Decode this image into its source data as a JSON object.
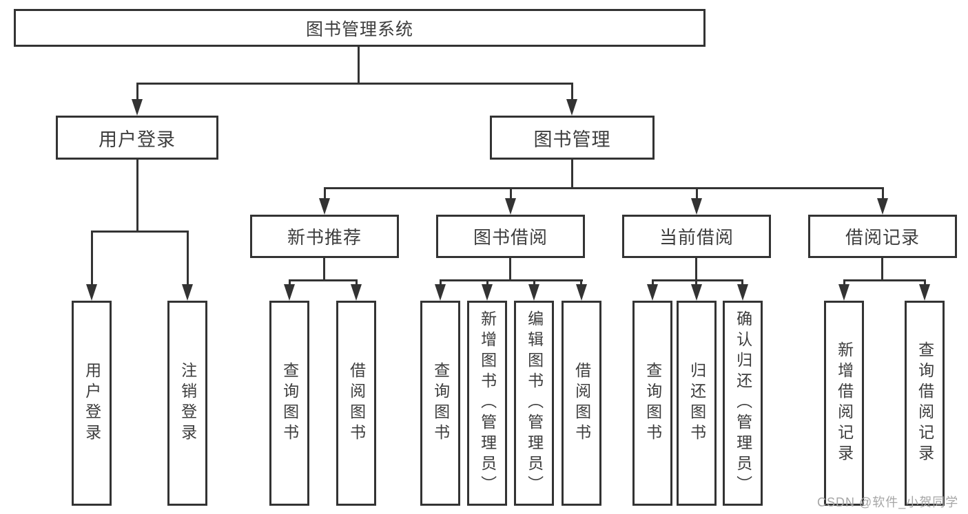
{
  "title": {
    "label": "图书管理系统"
  },
  "level2": {
    "user_login": {
      "label": "用户登录"
    },
    "book_mgmt": {
      "label": "图书管理"
    }
  },
  "level3": {
    "new_books": {
      "label": "新书推荐"
    },
    "book_borrow": {
      "label": "图书借阅"
    },
    "current_borrow": {
      "label": "当前借阅"
    },
    "borrow_records": {
      "label": "借阅记录"
    }
  },
  "leaves": {
    "user_login": [
      "用户登录",
      "注销登录"
    ],
    "new_books": [
      "查询图书",
      "借阅图书"
    ],
    "book_borrow": [
      "查询图书",
      "新增图书（管理员）",
      "编辑图书（管理员）",
      "借阅图书"
    ],
    "current_borrow": [
      "查询图书",
      "归还图书",
      "确认归还（管理员）"
    ],
    "borrow_records": [
      "新增借阅记录",
      "查询借阅记录"
    ]
  },
  "watermark": {
    "text": "CSDN @软件_小贺同学"
  },
  "colors": {
    "line": "#333333",
    "text": "#3d3d3d",
    "watermark": "#a6a6a6",
    "background": "#ffffff"
  }
}
